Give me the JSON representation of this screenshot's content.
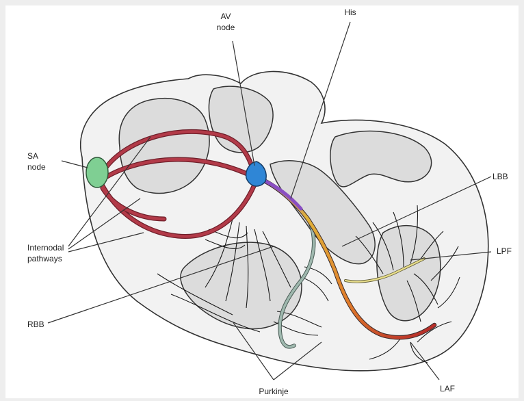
{
  "labels": {
    "av_node": [
      "AV",
      "node"
    ],
    "his": "His",
    "sa_node": [
      "SA",
      "node"
    ],
    "lbb": "LBB",
    "lpf": "LPF",
    "internodal": [
      "Internodal",
      "pathways"
    ],
    "rbb": "RBB",
    "purkinje": "Purkinje",
    "laf": "LAF"
  },
  "colors": {
    "internodal_pathways": "#b23a48",
    "sa_node": "#7fcf93",
    "av_node": "#2f86d6",
    "his_bundle": "#8a4fc2",
    "right_bundle_branch": "#9fb8ae",
    "left_bundle_branch": "#e0b23a",
    "left_anterior_fascicle": "#b3262a",
    "left_posterior_fascicle": "#e6dc8a"
  }
}
